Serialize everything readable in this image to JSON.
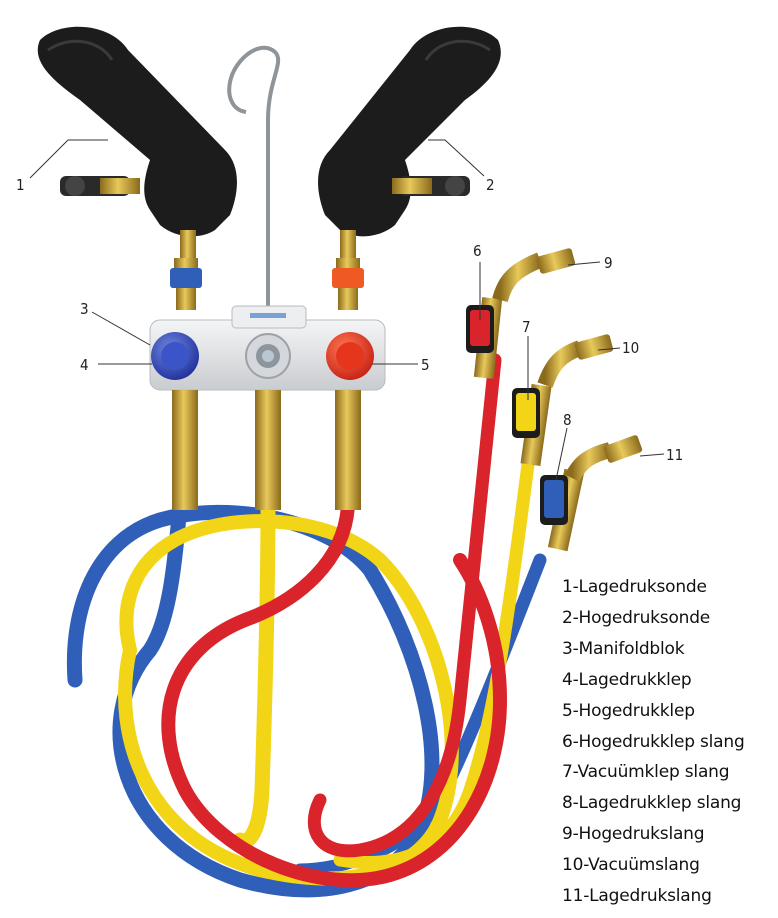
{
  "callouts": [
    "1",
    "2",
    "3",
    "4",
    "5",
    "6",
    "7",
    "8",
    "9",
    "10",
    "11"
  ],
  "legend": [
    "1-Lagedruksonde",
    "2-Hogedruksonde",
    "3-Manifoldblok",
    "4-Lagedrukklep",
    "5-Hogedrukklep",
    "6-Hogedrukklep slang",
    "7-Vacuümklep slang",
    "8-Lagedrukklep slang",
    "9-Hogedrukslang",
    "10-Vacuümslang",
    "11-Lagedrukslang"
  ],
  "colors": {
    "low_pressure": "#2f5fb8",
    "high_pressure": "#d8242a",
    "vacuum": "#f2d516",
    "probe_body": "#1c1c1c",
    "brass": "#c9a13a",
    "manifold": "#e6e8ea"
  }
}
